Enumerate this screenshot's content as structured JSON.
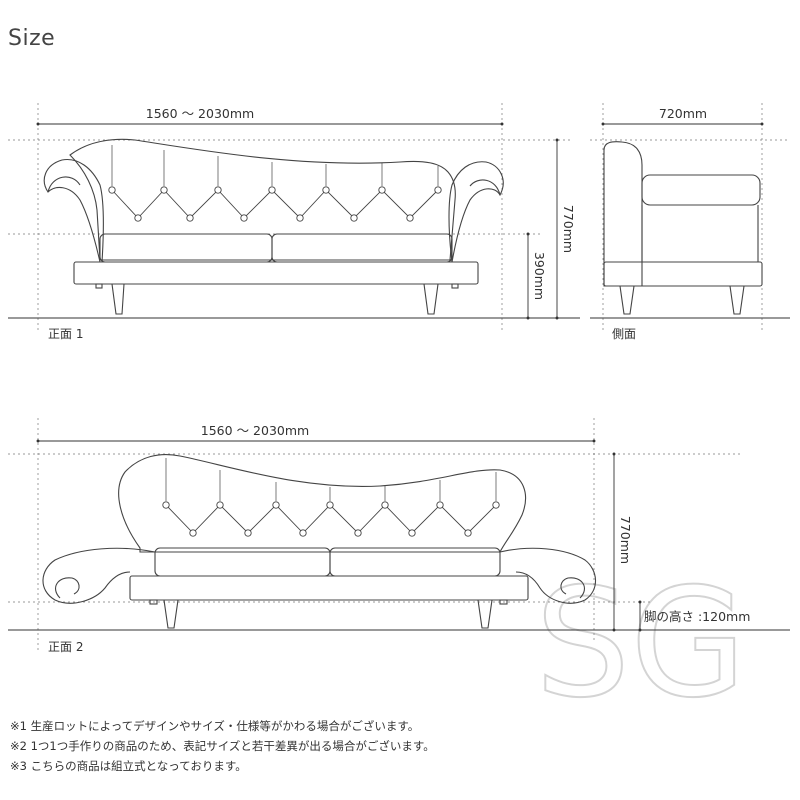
{
  "title": "Size",
  "watermark": "SG",
  "colors": {
    "line": "#444444",
    "guide": "#666666",
    "watermark": "#d4d4d4"
  },
  "views": {
    "front1": {
      "label": "正面 1",
      "width": "1560 ～ 2030mm",
      "height": "770mm",
      "seat_height": "390mm"
    },
    "side": {
      "label": "側面",
      "depth": "720mm"
    },
    "front2": {
      "label": "正面 2",
      "width": "1560 ～ 2030mm",
      "height": "770mm",
      "leg_height": "脚の高さ :120mm"
    }
  },
  "notes": [
    "※1 生産ロットによってデザインやサイズ・仕様等がかわる場合がございます。",
    "※2 1つ1つ手作りの商品のため、表記サイズと若干差異が出る場合がございます。",
    "※3 こちらの商品は組立式となっております。"
  ]
}
